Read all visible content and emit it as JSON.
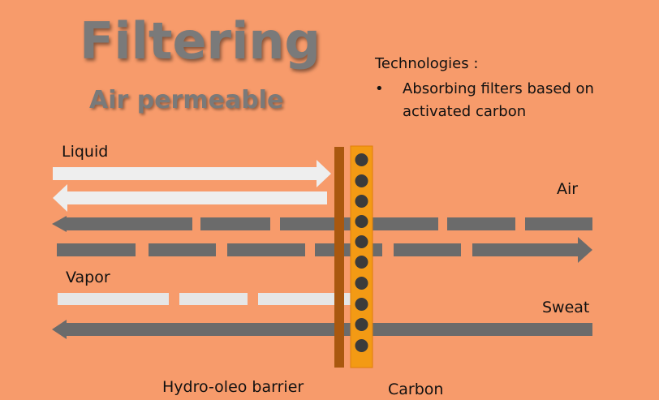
{
  "slide": {
    "title": "Filtering",
    "subtitle": "Air permeable",
    "technologies_heading": "Technologies :",
    "technologies": [
      "Absorbing filters based on activated carbon"
    ]
  },
  "diagram": {
    "labels": {
      "liquid": "Liquid",
      "air": "Air",
      "vapor": "Vapor",
      "sweat": "Sweat",
      "barrier": "Hydro-oleo barrier",
      "carbon": "Carbon"
    },
    "colors": {
      "background": "#f79b6b",
      "barrier": "#a9580f",
      "carbon": "#f39a14",
      "carbon_dots": "#3b3b3b",
      "liquid_arrow": "#eeeeee",
      "gas_arrow": "#6b6b6b",
      "vapor_arrow": "#e6e6e6"
    }
  }
}
